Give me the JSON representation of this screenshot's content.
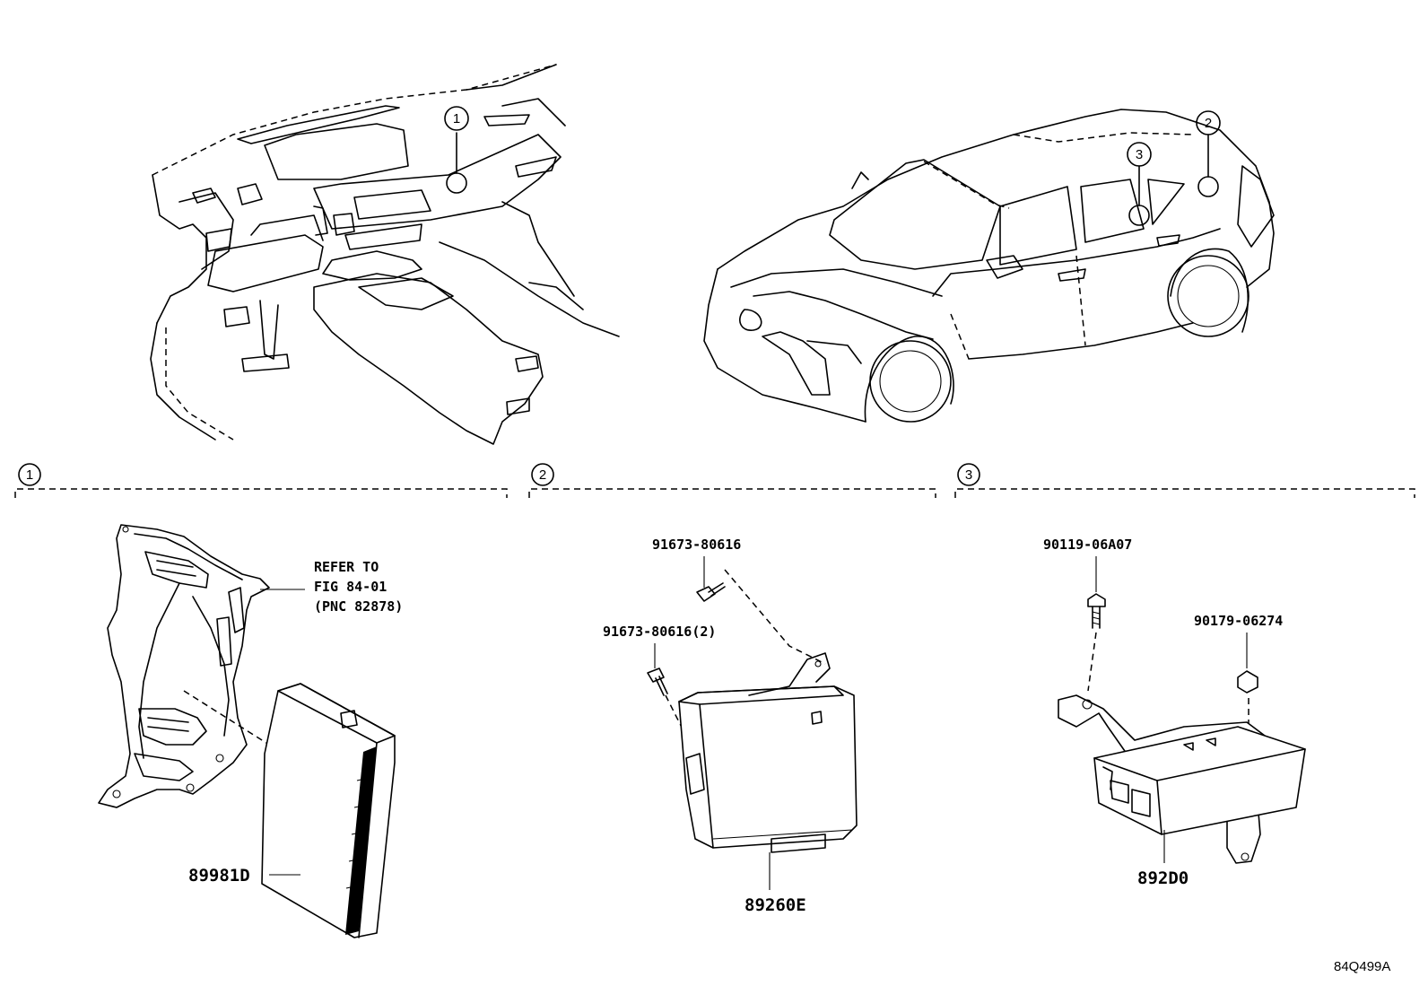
{
  "sections": [
    {
      "number": "1"
    },
    {
      "number": "2"
    },
    {
      "number": "3"
    }
  ],
  "callouts": {
    "dash_marker": "1",
    "car_marker_a": "3",
    "car_marker_b": "2"
  },
  "parts": {
    "s1_refer_line1": "REFER TO",
    "s1_refer_line2": "FIG 84-01",
    "s1_refer_line3": "(PNC 82878)",
    "s1_module": "89981D",
    "s2_screw_a": "91673-80616",
    "s2_screw_b": "91673-80616(2)",
    "s2_module": "89260E",
    "s3_bolt": "90119-06A07",
    "s3_nut": "90179-06274",
    "s3_module": "892D0"
  },
  "footer": {
    "diagram_code": "84Q499A"
  }
}
